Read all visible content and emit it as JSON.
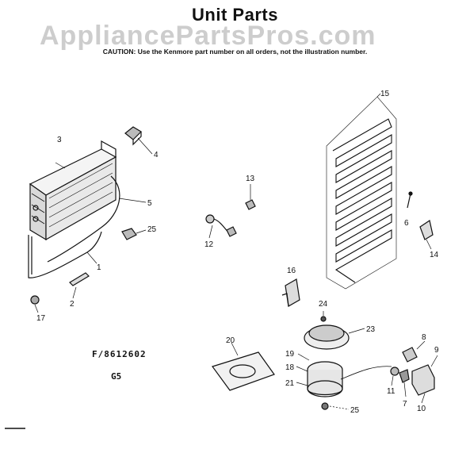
{
  "title": "Unit Parts",
  "watermark": "AppliancePartsPros.com",
  "caution": "CAUTION: Use the Kenmore part number on all orders, not the illustration number.",
  "model_code": "F/8612602",
  "sub_code": "G5",
  "callouts": [
    {
      "id": "3",
      "label": "3"
    },
    {
      "id": "4",
      "label": "4"
    },
    {
      "id": "5",
      "label": "5"
    },
    {
      "id": "25a",
      "label": "25"
    },
    {
      "id": "1",
      "label": "1"
    },
    {
      "id": "2",
      "label": "2"
    },
    {
      "id": "17",
      "label": "17"
    },
    {
      "id": "13",
      "label": "13"
    },
    {
      "id": "12",
      "label": "12"
    },
    {
      "id": "15",
      "label": "15"
    },
    {
      "id": "6",
      "label": "6"
    },
    {
      "id": "14",
      "label": "14"
    },
    {
      "id": "16",
      "label": "16"
    },
    {
      "id": "24",
      "label": "24"
    },
    {
      "id": "23",
      "label": "23"
    },
    {
      "id": "20",
      "label": "20"
    },
    {
      "id": "19",
      "label": "19"
    },
    {
      "id": "18",
      "label": "18"
    },
    {
      "id": "21",
      "label": "21"
    },
    {
      "id": "25b",
      "label": "25"
    },
    {
      "id": "8",
      "label": "8"
    },
    {
      "id": "9",
      "label": "9"
    },
    {
      "id": "11",
      "label": "11"
    },
    {
      "id": "7",
      "label": "7"
    },
    {
      "id": "10",
      "label": "10"
    }
  ]
}
